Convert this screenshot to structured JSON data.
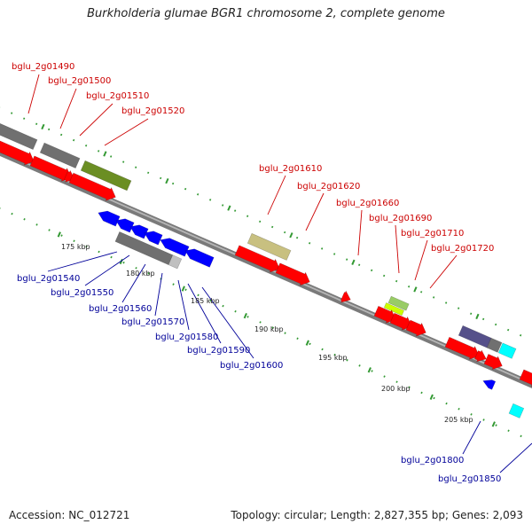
{
  "title": "Burkholderia glumae BGR1 chromosome 2, complete genome",
  "footer": {
    "accession": "Accession: NC_012721",
    "topology": "Topology: circular; Length: 2,827,355 bp; Genes: 2,093"
  },
  "colors": {
    "cds_forward": "#ff0000",
    "cds_reverse": "#0000ff",
    "label_forward": "#cc0000",
    "label_reverse": "#000099",
    "backbone": "#808080",
    "tick": "#339933",
    "gray_feature": "#707070",
    "olive_feature": "#6b8e23",
    "khaki_feature": "#c8c080",
    "lightgreen_feature": "#99cc66",
    "yellowgreen_feature": "#ccff00",
    "purple_feature": "#55508a",
    "cyan_feature": "#00ffff",
    "lightgray_feature": "#c0c0c0"
  },
  "scale_labels": [
    "175 kbp",
    "180 kbp",
    "185 kbp",
    "190 kbp",
    "195 kbp",
    "200 kbp",
    "205 kbp"
  ],
  "forward_labels": [
    "bglu_2g01490",
    "bglu_2g01500",
    "bglu_2g01510",
    "bglu_2g01520",
    "bglu_2g01610",
    "bglu_2g01620",
    "bglu_2g01660",
    "bglu_2g01690",
    "bglu_2g01710",
    "bglu_2g01720"
  ],
  "reverse_labels": [
    "bglu_2g01540",
    "bglu_2g01550",
    "bglu_2g01560",
    "bglu_2g01570",
    "bglu_2g01580",
    "bglu_2g01590",
    "bglu_2g01600",
    "bglu_2g01800",
    "bglu_2g01850"
  ]
}
